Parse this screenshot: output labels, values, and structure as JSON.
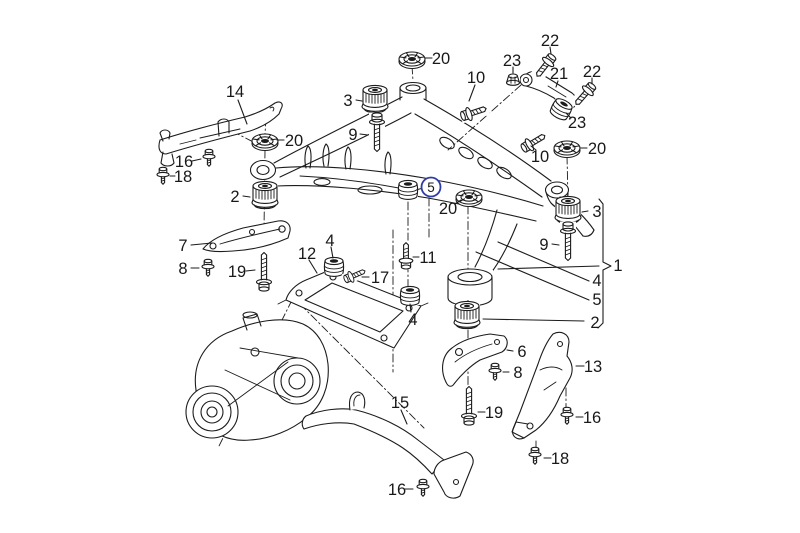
{
  "meta": {
    "diagram_type": "exploded-parts-diagram",
    "subject": "Rear axle subframe and differential mounting",
    "background_color": "#ffffff",
    "line_color": "#1c1c1c",
    "label_color": "#191919",
    "highlight_ring_color": "#2e3ba8"
  },
  "callouts": [
    {
      "id": "14"
    },
    {
      "id": "20"
    },
    {
      "id": "16"
    },
    {
      "id": "18"
    },
    {
      "id": "2"
    },
    {
      "id": "7"
    },
    {
      "id": "8"
    },
    {
      "id": "19"
    },
    {
      "id": "12"
    },
    {
      "id": "4"
    },
    {
      "id": "17"
    },
    {
      "id": "11"
    },
    {
      "id": "4"
    },
    {
      "id": "20"
    },
    {
      "id": "20"
    },
    {
      "id": "3"
    },
    {
      "id": "9"
    },
    {
      "id": "10"
    },
    {
      "id": "23"
    },
    {
      "id": "22"
    },
    {
      "id": "21"
    },
    {
      "id": "22"
    },
    {
      "id": "23"
    },
    {
      "id": "20"
    },
    {
      "id": "10"
    },
    {
      "id": "3"
    },
    {
      "id": "9"
    },
    {
      "id": "1"
    },
    {
      "id": "4"
    },
    {
      "id": "5"
    },
    {
      "id": "2"
    },
    {
      "id": "6"
    },
    {
      "id": "8"
    },
    {
      "id": "13"
    },
    {
      "id": "19"
    },
    {
      "id": "16"
    },
    {
      "id": "18"
    },
    {
      "id": "15"
    },
    {
      "id": "16"
    }
  ],
  "highlighted_callout": {
    "id": "5",
    "style": "circled-blue"
  }
}
